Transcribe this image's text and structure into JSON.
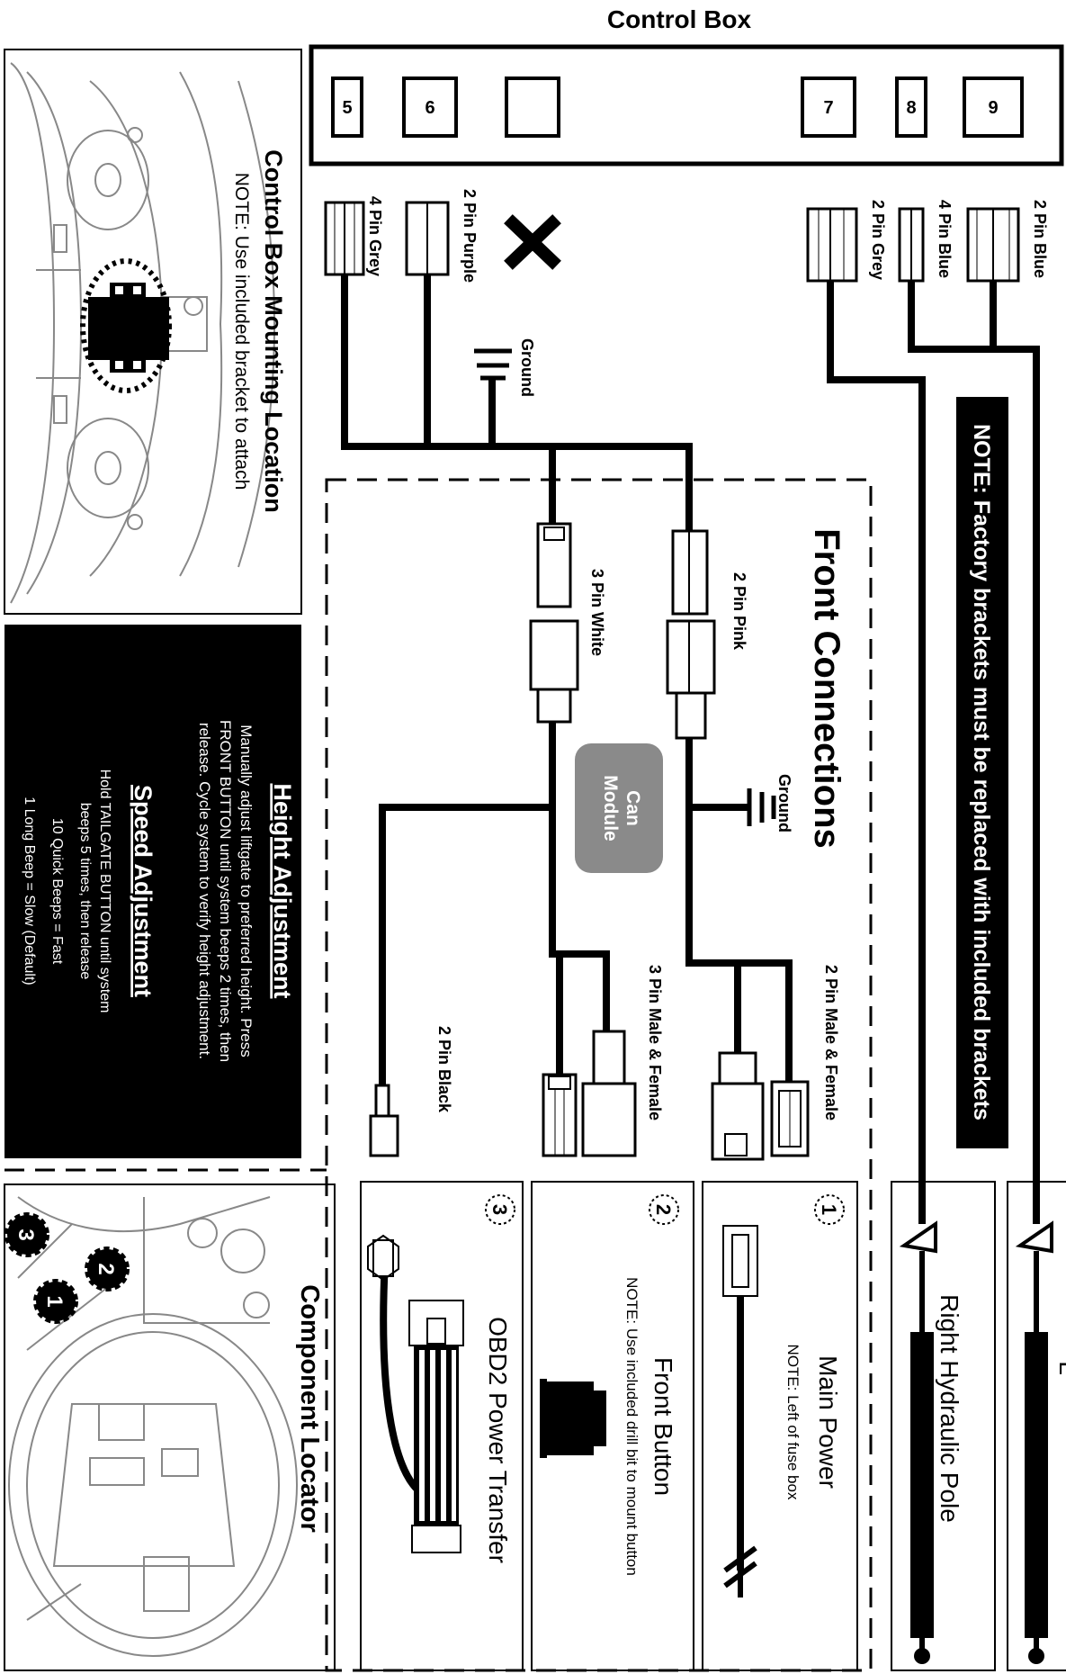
{
  "control_box": {
    "title": "Control Box",
    "ports": [
      "5",
      "6",
      "",
      "7",
      "8",
      "9"
    ]
  },
  "connectors": {
    "blue_2pin": "2 Pin Blue",
    "blue_4pin": "4 Pin Blue",
    "grey_2pin": "2 Pin Grey",
    "purple_2pin": "2 Pin Purple",
    "grey_4pin": "4 Pin Grey",
    "ground_top": "Ground",
    "ground_front": "Ground",
    "pink_2pin": "2 Pin Pink",
    "white_3pin": "3 Pin White",
    "male_female_2pin": "2 Pin Male & Female",
    "male_female_3pin": "3 Pin Male & Female",
    "black_2pin": "2 Pin Black",
    "can_module": [
      "Can",
      "Module"
    ]
  },
  "notes": {
    "factory_brackets": "NOTE: Factory brackets must be replaced with included brackets"
  },
  "front_connections": {
    "title": "Front Connections"
  },
  "mounting": {
    "title": "Control Box Mounting Location",
    "note": "NOTE: Use included bracket to attach"
  },
  "instructions": {
    "height_title": "Height Adjustment",
    "height_lines": [
      "Manually adjust liftgate to preferred height. Press",
      "FRONT BUTTON until system beeps 2 times, then",
      "release. Cycle system to verify height adjustment."
    ],
    "speed_title": "Speed Adjustment",
    "speed_lines": [
      "Hold TAILGATE BUTTON until system",
      "beeps 5 times, then release",
      "10 Quick Beeps = Fast",
      "1 Long Beep = Slow (Default)"
    ]
  },
  "components": {
    "locator_title": "Component Locator",
    "badges": [
      "1",
      "2",
      "3"
    ],
    "main_power": {
      "number": "1",
      "title": "Main Power",
      "note": "NOTE: Left of fuse box"
    },
    "front_button": {
      "number": "2",
      "title": "Front Button",
      "note": "NOTE: Use included drill bit to mount button"
    },
    "obd2": {
      "number": "3",
      "title": "OBD2 Power Transfer"
    }
  },
  "poles": {
    "right": "Right Hydraulic Pole",
    "left": "L"
  }
}
